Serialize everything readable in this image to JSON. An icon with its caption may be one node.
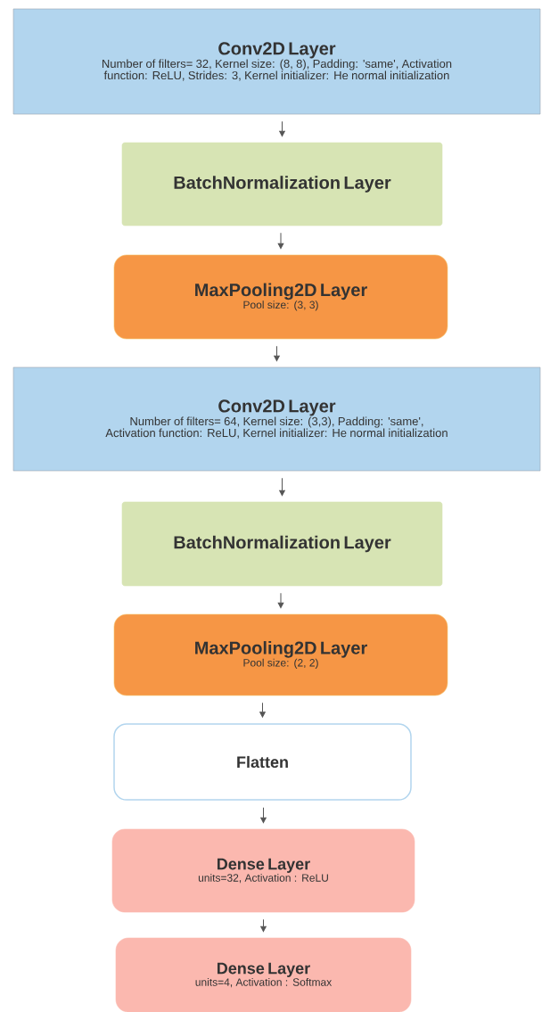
{
  "diagram": {
    "nodes": [
      {
        "text": [
          "Conv2D Layer",
          "Number of filters= 32, Kernel size: (8, 8), Padding: 'same', Activation function: ReLU, Strides: 3, Kernel initializer: He normal initialization"
        ]
      },
      {
        "text": [
          "BatchNormalization Layer"
        ]
      },
      {
        "text": [
          "MaxPooling2D Layer",
          "Pool size: (3, 3)"
        ]
      },
      {
        "text": [
          "Conv2D Layer",
          "Number of filters= 64, Kernel size: (3,3), Padding: 'same', Activation function: ReLU,  Kernel initializer: He normal initialization"
        ]
      },
      {
        "text": [
          "BatchNormalization Layer"
        ]
      },
      {
        "text": [
          "MaxPooling2D Layer",
          "Pool size: (2, 2)"
        ]
      },
      {
        "text": [
          "Flatten"
        ]
      },
      {
        "text": [
          "Dense Layer",
          "units=32, Activation : ReLU"
        ]
      },
      {
        "text": [
          "Dense Layer",
          "units=4, Activation : Softmax"
        ]
      }
    ],
    "edges": [
      {
        "from": 0,
        "to": 1,
        "arrow": "to"
      },
      {
        "from": 1,
        "to": 2,
        "arrow": "to"
      },
      {
        "from": 2,
        "to": 3,
        "arrow": "to"
      },
      {
        "from": 3,
        "to": 4,
        "arrow": "to"
      },
      {
        "from": 4,
        "to": 5,
        "arrow": "to"
      },
      {
        "from": 5,
        "to": 6,
        "arrow": "to"
      },
      {
        "from": 6,
        "to": 7,
        "arrow": "to"
      },
      {
        "from": 7,
        "to": 8,
        "arrow": "to"
      }
    ]
  }
}
